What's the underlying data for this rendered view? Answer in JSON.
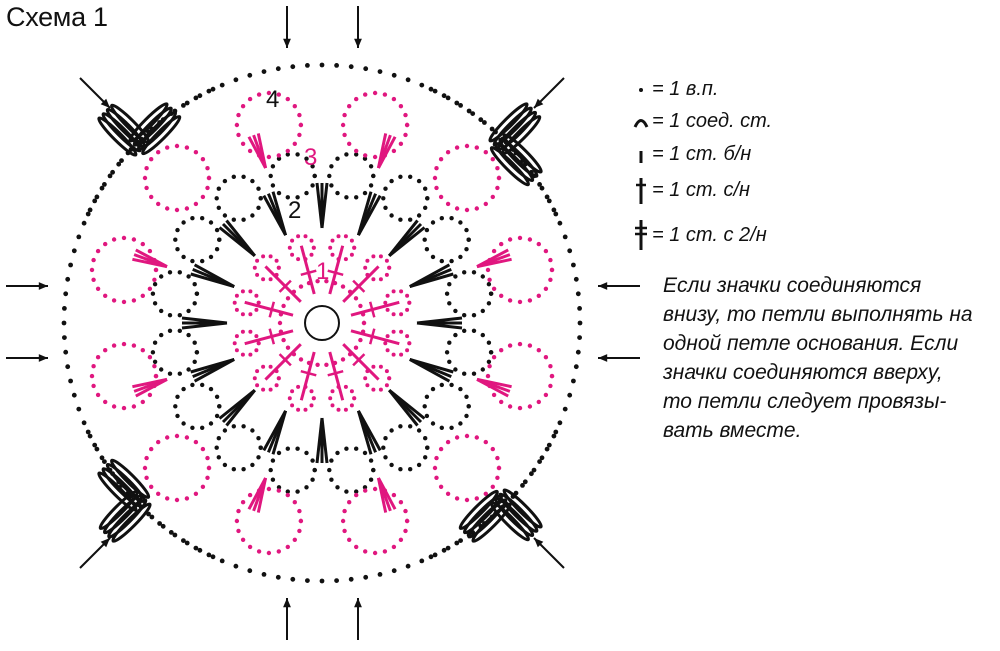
{
  "title": "Схема 1",
  "colors": {
    "black": "#111111",
    "magenta": "#e0177f"
  },
  "round_labels": [
    {
      "text": "1",
      "color": "magenta"
    },
    {
      "text": "2",
      "color": "black"
    },
    {
      "text": "3",
      "color": "magenta"
    },
    {
      "text": "4",
      "color": "black"
    }
  ],
  "legend": [
    {
      "symbol": "chain-dot-icon",
      "text": "= 1 в.п."
    },
    {
      "symbol": "slip-stitch-icon",
      "text": "= 1 соед. ст."
    },
    {
      "symbol": "single-crochet-icon",
      "text": "= 1 ст. б/н"
    },
    {
      "symbol": "double-crochet-icon",
      "text": "= 1 ст. с/н"
    },
    {
      "symbol": "treble-crochet-icon",
      "text": "= 1 ст. с 2/н"
    }
  ],
  "note_lines": [
    "Если значки соединяются",
    "внизу, то петли выполнять на",
    "одной петле основания. Если",
    "значки соединяются вверху,",
    "то петли следует провязы-",
    "вать вместе."
  ]
}
